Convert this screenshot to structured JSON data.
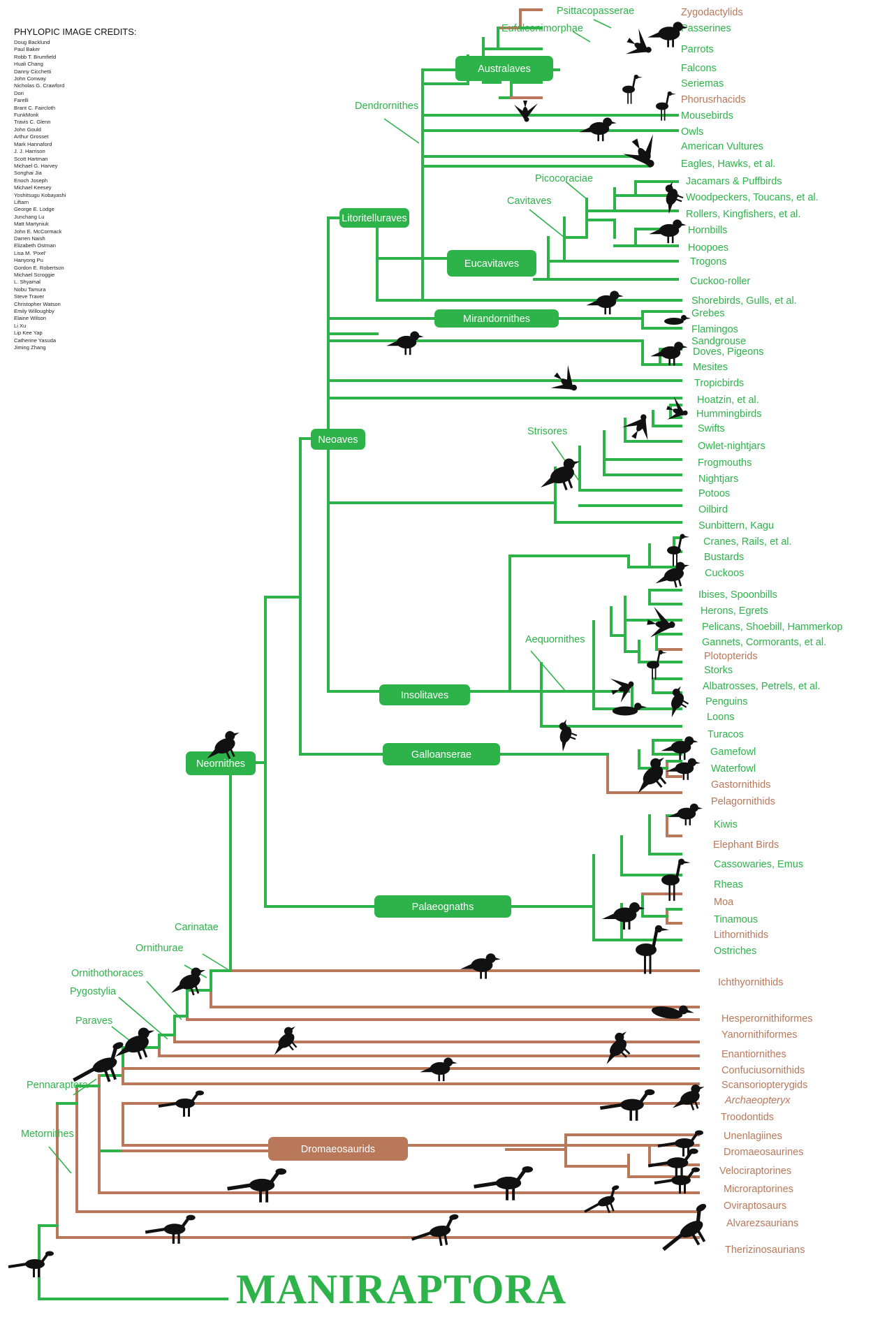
{
  "title": "MANIRAPTORA",
  "credits": {
    "heading": "PHYLOPIC IMAGE CREDITS:",
    "names": [
      "Doug Backlund",
      "Paul Baker",
      "Robb T. Brumfield",
      "Huali Chang",
      "Danny Cicchetti",
      "John Conway",
      "Nicholas G. Crawford",
      "Dori",
      "Farelli",
      "Brant C. Faircloth",
      "FunkMonk",
      "Travis C. Glenn",
      "John Gould",
      "Arthur Grosset",
      "Mark Hannaford",
      "J. J. Harrison",
      "Scott Hartman",
      "Michael G. Harvey",
      "Songhai Jia",
      "Enoch Joseph",
      "Michael Keesey",
      "Yoshitsugu Kobayashi",
      "Liftarn",
      "George E. Lodge",
      "Junchang Lu",
      "Matt Martyniuk",
      "John E. McCormack",
      "Darren Naish",
      "Elizabeth Ostman",
      "Lisa M. 'Pixel'",
      "Hanyong Pu",
      "Gordon E. Robertson",
      "Michael Scroggie",
      "L. Shyamal",
      "Nobu Tamura",
      "Steve Traver",
      "Christopher Watson",
      "Emily Willoughby",
      "Elaine Wilson",
      "Li Xu",
      "Lip Kee Yap",
      "Catherine Yasuda",
      "Jiming Zhang"
    ]
  },
  "colors": {
    "extant": "#2eb34a",
    "extinct": "#b9785a"
  },
  "nodes": {
    "australaves": "Australaves",
    "eucavitaves": "Eucavitaves",
    "litoritelluraves": "Litoritelluraves",
    "mirandornithes": "Mirandornithes",
    "neoaves": "Neoaves",
    "insolitaves": "Insolitaves",
    "galloanserae": "Galloanserae",
    "neornithes": "Neornithes",
    "palaeognaths": "Palaeognaths",
    "dromaeosaurids": "Dromaeosaurids"
  },
  "clades": {
    "psittacopasserae": "Psittacopasserae",
    "eufalconimorphae": "Eufalconimorphae",
    "dendrornithes": "Dendrornithes",
    "picocoraciae": "Picocoraciae",
    "cavitaves": "Cavitaves",
    "strisores": "Strisores",
    "aequornithes": "Aequornithes",
    "carinatae": "Carinatae",
    "ornithurae": "Ornithurae",
    "ornithothoraces": "Ornithothoraces",
    "pygostylia": "Pygostylia",
    "paraves": "Paraves",
    "pennaraptora": "Pennaraptora",
    "metornithes": "Metornithes"
  },
  "taxa": {
    "zygodactylids": "Zygodactylids",
    "passerines": "Passerines",
    "parrots": "Parrots",
    "falcons": "Falcons",
    "seriemas": "Seriemas",
    "phorusrhacids": "Phorusrhacids",
    "mousebirds": "Mousebirds",
    "owls": "Owls",
    "american_vultures": "American Vultures",
    "eagles": "Eagles, Hawks, et al.",
    "jacamars": "Jacamars & Puffbirds",
    "woodpeckers": "Woodpeckers, Toucans, et al.",
    "rollers": "Rollers, Kingfishers, et al.",
    "hornbills": "Hornbills",
    "hoopoes": "Hoopoes",
    "trogons": "Trogons",
    "cuckoo_roller": "Cuckoo-roller",
    "shorebirds": "Shorebirds, Gulls, et al.",
    "grebes": "Grebes",
    "flamingos": "Flamingos",
    "sandgrouse": "Sandgrouse",
    "doves": "Doves, Pigeons",
    "mesites": "Mesites",
    "tropicbirds": "Tropicbirds",
    "hoatzin": "Hoatzin, et al.",
    "hummingbirds": "Hummingbirds",
    "swifts": "Swifts",
    "owlet_nightjars": "Owlet-nightjars",
    "frogmouths": "Frogmouths",
    "nightjars": "Nightjars",
    "potoos": "Potoos",
    "oilbird": "Oilbird",
    "sunbittern": "Sunbittern, Kagu",
    "cranes": "Cranes, Rails, et al.",
    "bustards": "Bustards",
    "cuckoos": "Cuckoos",
    "ibises": "Ibises, Spoonbills",
    "herons": "Herons, Egrets",
    "pelicans": "Pelicans, Shoebill, Hammerkop",
    "gannets": "Gannets, Cormorants, et al.",
    "plotopterids": "Plotopterids",
    "storks": "Storks",
    "albatrosses": "Albatrosses, Petrels, et al.",
    "penguins": "Penguins",
    "loons": "Loons",
    "turacos": "Turacos",
    "gamefowl": "Gamefowl",
    "waterfowl": "Waterfowl",
    "gastornithids": "Gastornithids",
    "pelagornithids": "Pelagornithids",
    "kiwis": "Kiwis",
    "elephant_birds": "Elephant Birds",
    "cassowaries": "Cassowaries, Emus",
    "rheas": "Rheas",
    "moa": "Moa",
    "tinamous": "Tinamous",
    "lithornithids": "Lithornithids",
    "ostriches": "Ostriches",
    "ichthyornithids": "Ichthyornithids",
    "hesperornithiformes": "Hesperornithiformes",
    "yanornithiformes": "Yanornithiformes",
    "enantiornithes": "Enantiornithes",
    "confuciusornithids": "Confuciusornithids",
    "scansoriopterygids": "Scansoriopterygids",
    "archaeopteryx": "Archaeopteryx",
    "troodontids": "Troodontids",
    "unenlagiines": "Unenlagiines",
    "dromaeosaurines": "Dromaeosaurines",
    "velociraptorines": "Velociraptorines",
    "microraptorines": "Microraptorines",
    "oviraptosaurs": "Oviraptosaurs",
    "alvarezsaurians": "Alvarezsaurians",
    "therizinosaurians": "Therizinosaurians"
  },
  "silhouettes": [
    "parrot-icon",
    "falcon-icon",
    "seriema-icon",
    "phorusrhacid-icon",
    "mousebird-icon",
    "owl-icon",
    "vulture-icon",
    "woodpecker-icon",
    "hornbill-icon",
    "shorebird-icon",
    "grebe-icon",
    "dove-icon",
    "pigeon-icon",
    "tropicbird-icon",
    "swift-icon",
    "hummingbird-icon",
    "nightjar-icon",
    "crane-icon",
    "cuckoo-icon",
    "pelican-icon",
    "stork-icon",
    "albatross-icon",
    "penguin-icon",
    "loon-icon",
    "turaco-icon",
    "gamefowl-icon",
    "waterfowl-icon",
    "gastornis-icon",
    "kiwi-icon",
    "rhea-icon",
    "tinamou-icon",
    "ostrich-icon",
    "neornithes-bird-icon",
    "ichthyornis-icon",
    "hesperornis-icon",
    "carinatae-bird-icon",
    "enantiornithine-icon",
    "confuciusornis-icon",
    "paravian-icon",
    "archaeopteryx-icon",
    "troodontid-icon",
    "dromaeosaur-icon",
    "velociraptor-icon",
    "microraptor-icon",
    "oviraptorosaur-icon",
    "alvarezsaur-icon",
    "therizinosaur-icon",
    "base-maniraptoran-icon"
  ]
}
